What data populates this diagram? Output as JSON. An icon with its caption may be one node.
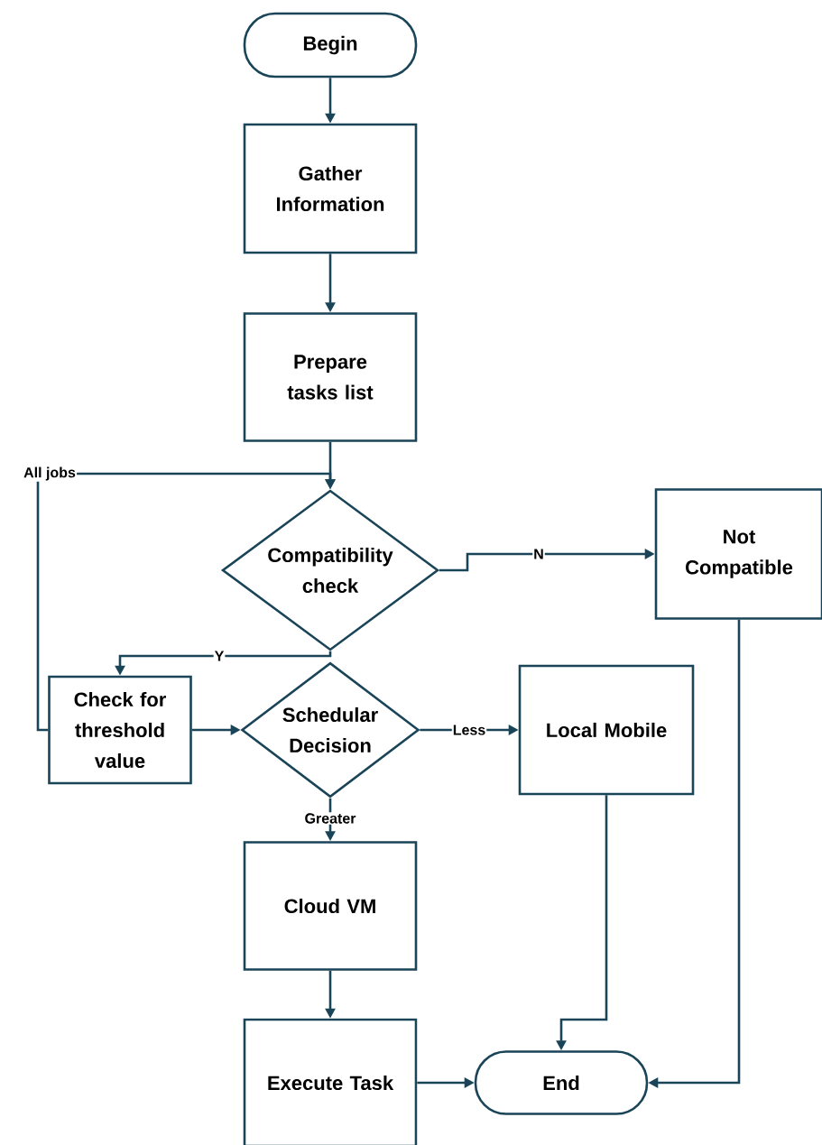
{
  "diagram": {
    "nodes": [
      {
        "text": [
          "Begin"
        ]
      },
      {
        "text": [
          "Gather Information"
        ]
      },
      {
        "text": [
          "Prepare tasks list"
        ]
      },
      {
        "text": [
          "All jobs"
        ]
      },
      {
        "text": [
          "Compatibility check"
        ]
      },
      {
        "text": [
          "Not Compatible"
        ]
      },
      {
        "text": [
          "Check for threshold value"
        ]
      },
      {
        "text": [
          "Schedular Decision"
        ]
      },
      {
        "text": [
          "Local Mobile"
        ]
      },
      {
        "text": [
          "Cloud VM"
        ]
      },
      {
        "text": [
          "Execute Task"
        ]
      },
      {
        "text": [
          "End"
        ]
      }
    ],
    "edges": [
      {
        "from": 0,
        "to": 1,
        "arrow": "to"
      },
      {
        "from": 1,
        "to": 2,
        "arrow": "to"
      },
      {
        "from": 2,
        "to": 4,
        "arrow": "to"
      },
      {
        "from": 3,
        "to": 4,
        "arrow": "to"
      },
      {
        "from": 6,
        "to": 3,
        "arrow": "none"
      },
      {
        "from": 4,
        "to": 5,
        "arrow": "to",
        "label": "N"
      },
      {
        "from": 4,
        "to": 6,
        "arrow": "to",
        "label": "Y"
      },
      {
        "from": 6,
        "to": 7,
        "arrow": "to"
      },
      {
        "from": 7,
        "to": 8,
        "arrow": "to",
        "label": "Less"
      },
      {
        "from": 7,
        "to": 9,
        "arrow": "to",
        "label": "Greater"
      },
      {
        "from": 9,
        "to": 10,
        "arrow": "to"
      },
      {
        "from": 10,
        "to": 11,
        "arrow": "to"
      },
      {
        "from": 8,
        "to": 11,
        "arrow": "to"
      },
      {
        "from": 5,
        "to": 11,
        "arrow": "to"
      }
    ]
  }
}
